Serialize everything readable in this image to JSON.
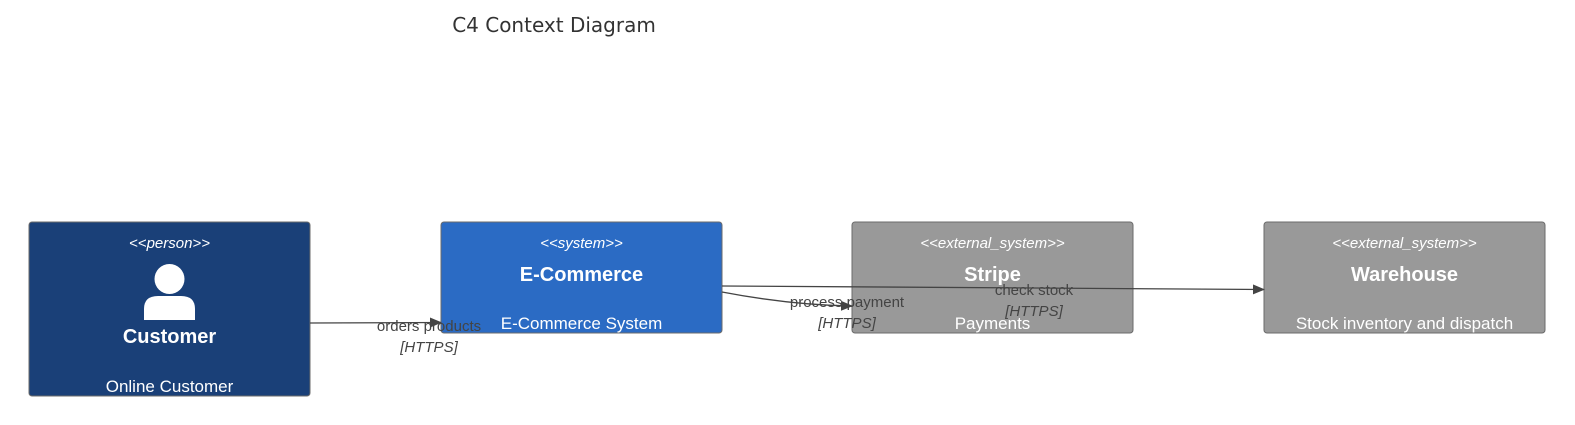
{
  "diagram": {
    "title": "C4 Context Diagram",
    "colors": {
      "person_fill": "#1a4078",
      "system_fill": "#2b6bc4",
      "external_fill": "#999999",
      "node_stroke": "#6b6b6b",
      "edge": "#444444",
      "text_on_node": "#ffffff"
    },
    "nodes": {
      "customer": {
        "stereotype": "<<person>>",
        "name": "Customer",
        "description": "Online Customer",
        "icon": "person-icon"
      },
      "ecommerce": {
        "stereotype": "<<system>>",
        "name": "E-Commerce",
        "description": "E-Commerce System"
      },
      "stripe": {
        "stereotype": "<<external_system>>",
        "name": "Stripe",
        "description": "Payments"
      },
      "warehouse": {
        "stereotype": "<<external_system>>",
        "name": "Warehouse",
        "description": "Stock inventory and dispatch"
      }
    },
    "relations": {
      "orders": {
        "from": "Customer",
        "to": "E-Commerce",
        "label": "orders products",
        "technology": "[HTTPS]"
      },
      "payment": {
        "from": "E-Commerce",
        "to": "Stripe",
        "label": "process payment",
        "technology": "[HTTPS]"
      },
      "stock": {
        "from": "E-Commerce",
        "to": "Warehouse",
        "label": "check stock",
        "technology": "[HTTPS]"
      }
    }
  }
}
